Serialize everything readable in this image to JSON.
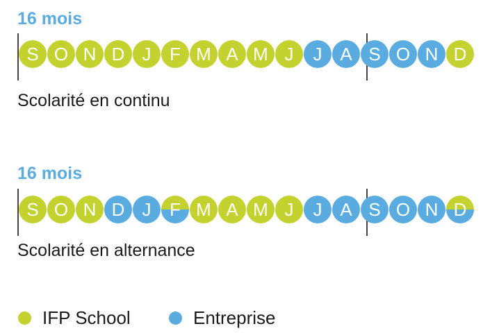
{
  "colors": {
    "school": "#c4d230",
    "company": "#5aace0",
    "letter": "#ffffff",
    "divider": "#444444"
  },
  "blocks": [
    {
      "title": "16 mois",
      "caption": "Scolarité en continu",
      "months": [
        {
          "letter": "S",
          "fill": "school"
        },
        {
          "letter": "O",
          "fill": "school"
        },
        {
          "letter": "N",
          "fill": "school"
        },
        {
          "letter": "D",
          "fill": "school"
        },
        {
          "letter": "J",
          "fill": "school"
        },
        {
          "letter": "F",
          "fill": "school"
        },
        {
          "letter": "M",
          "fill": "school"
        },
        {
          "letter": "A",
          "fill": "school"
        },
        {
          "letter": "M",
          "fill": "school"
        },
        {
          "letter": "J",
          "fill": "school"
        },
        {
          "letter": "J",
          "fill": "company"
        },
        {
          "letter": "A",
          "fill": "company"
        },
        {
          "letter": "S",
          "fill": "company"
        },
        {
          "letter": "O",
          "fill": "company"
        },
        {
          "letter": "N",
          "fill": "company"
        },
        {
          "letter": "D",
          "fill": "school"
        }
      ]
    },
    {
      "title": "16 mois",
      "caption": "Scolarité en alternance",
      "months": [
        {
          "letter": "S",
          "fill": "school"
        },
        {
          "letter": "O",
          "fill": "school"
        },
        {
          "letter": "N",
          "fill": "school"
        },
        {
          "letter": "D",
          "fill": "company"
        },
        {
          "letter": "J",
          "fill": "company"
        },
        {
          "letter": "F",
          "fill": "split"
        },
        {
          "letter": "M",
          "fill": "school"
        },
        {
          "letter": "A",
          "fill": "school"
        },
        {
          "letter": "M",
          "fill": "school"
        },
        {
          "letter": "J",
          "fill": "school"
        },
        {
          "letter": "J",
          "fill": "company"
        },
        {
          "letter": "A",
          "fill": "company"
        },
        {
          "letter": "S",
          "fill": "company"
        },
        {
          "letter": "O",
          "fill": "company"
        },
        {
          "letter": "N",
          "fill": "company"
        },
        {
          "letter": "D",
          "fill": "split"
        }
      ]
    }
  ],
  "legend": [
    {
      "label": "IFP School",
      "color": "school"
    },
    {
      "label": "Entreprise",
      "color": "company"
    }
  ]
}
